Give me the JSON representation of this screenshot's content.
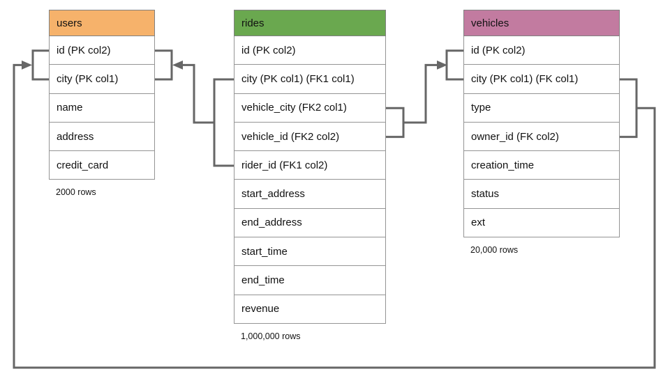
{
  "colors": {
    "users_header": "#F6B26B",
    "rides_header": "#6AA84F",
    "vehicles_header": "#C27BA0",
    "connector_line": "#666666"
  },
  "tables": [
    {
      "name": "users",
      "header_color": "#F6B26B",
      "row_count_label": "2000 rows",
      "columns": [
        "id (PK col2)",
        "city (PK col1)",
        "name",
        "address",
        "credit_card"
      ]
    },
    {
      "name": "rides",
      "header_color": "#6AA84F",
      "row_count_label": "1,000,000 rows",
      "columns": [
        "id (PK col2)",
        "city (PK col1) (FK1 col1)",
        "vehicle_city (FK2 col1)",
        "vehicle_id (FK2 col2)",
        "rider_id (FK1 col2)",
        "start_address",
        "end_address",
        "start_time",
        "end_time",
        "revenue"
      ]
    },
    {
      "name": "vehicles",
      "header_color": "#C27BA0",
      "row_count_label": "20,000 rows",
      "columns": [
        "id (PK col2)",
        "city (PK col1) (FK col1)",
        "type",
        "owner_id (FK col2)",
        "creation_time",
        "status",
        "ext"
      ]
    }
  ],
  "relationships": [
    {
      "from": "rides (city, rider_id) FK1",
      "to": "users (id, city)"
    },
    {
      "from": "rides (vehicle_city, vehicle_id) FK2",
      "to": "vehicles (id, city)"
    },
    {
      "from": "vehicles (city, owner_id) FK",
      "to": "users (id, city)"
    }
  ]
}
